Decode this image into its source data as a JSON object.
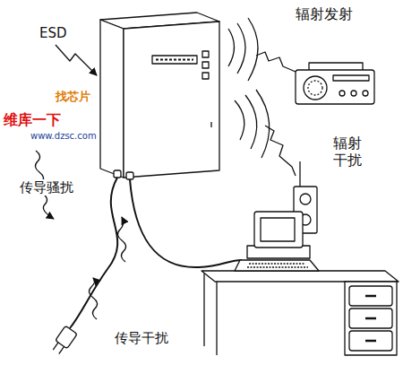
{
  "diagram": {
    "labels": [
      "ESD",
      "辐射发射",
      "辐射干扰",
      "传导骚扰",
      "传导干扰",
      "找芯片",
      "维库一下",
      "www.dzsc.com"
    ]
  }
}
